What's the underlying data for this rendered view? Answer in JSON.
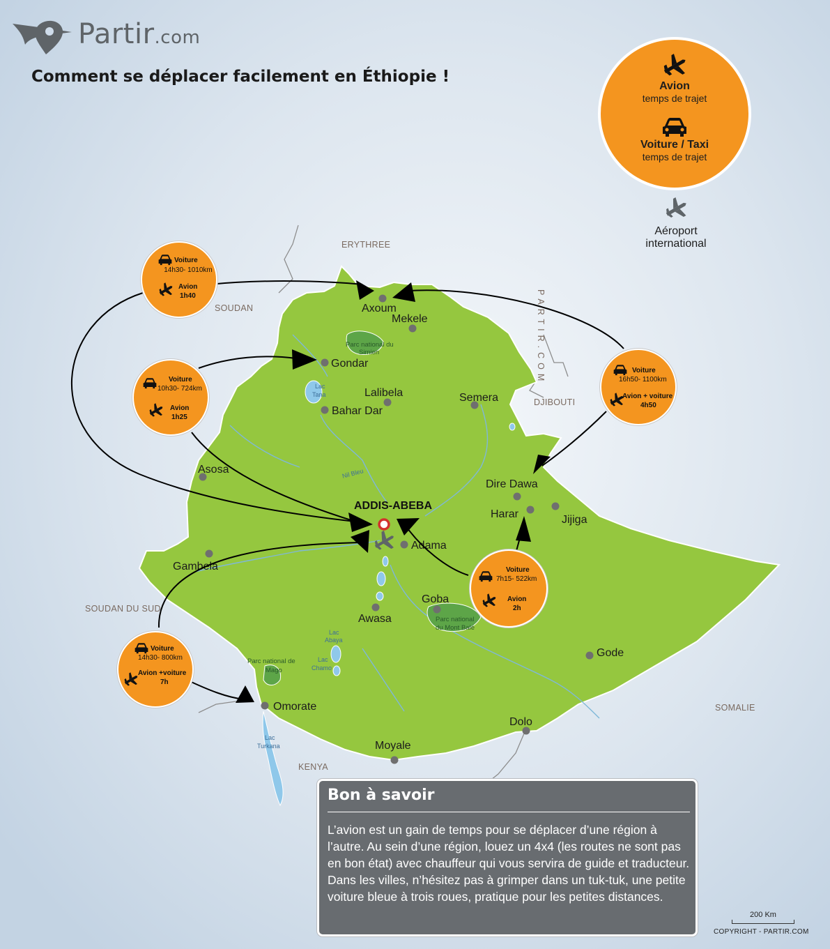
{
  "header": {
    "brand": "Partir",
    "brand_suffix": ".com",
    "title": "Comment se déplacer facilement en Éthiopie  !"
  },
  "legend": {
    "plane_label": "Avion",
    "plane_sub": "temps de trajet",
    "car_label": "Voiture / Taxi",
    "car_sub": "temps de trajet",
    "intl_airport_line1": "Aéroport",
    "intl_airport_line2": "international",
    "colors": {
      "accent": "#f4951f",
      "land": "#95c73f",
      "sea": "#cfdcea",
      "box": "#686c70"
    }
  },
  "countries": {
    "erythree": "ERYTHREE",
    "soudan": "SOUDAN",
    "djibouti": "DJIBOUTI",
    "soudan_sud": "SOUDAN DU SUD",
    "somalie": "SOMALIE",
    "kenya": "KENYA",
    "watermark": "PARTIR.COM"
  },
  "capital": "ADDIS-ABEBA",
  "cities": {
    "axoum": "Axoum",
    "mekele": "Mekele",
    "gondar": "Gondar",
    "lalibela": "Lalibela",
    "bahar_dar": "Bahar Dar",
    "semera": "Semera",
    "asosa": "Asosa",
    "dire_dawa": "Dire Dawa",
    "harar": "Harar",
    "jijiga": "Jijiga",
    "adama": "Adama",
    "gambela": "Gambela",
    "goba": "Goba",
    "awasa": "Awasa",
    "gode": "Gode",
    "omorate": "Omorate",
    "dolo": "Dolo",
    "moyale": "Moyale"
  },
  "features": {
    "simien_1": "Parc national du",
    "simien_2": "Simien",
    "tana_1": "Lac",
    "tana_2": "Tana",
    "nil": "Nil Bleu",
    "bale_1": "Parc national",
    "bale_2": "du Mont Balé",
    "mago_1": "Parc national de",
    "mago_2": "Mago",
    "abaya_1": "Lac",
    "abaya_2": "Abaya",
    "chamo_1": "Lac",
    "chamo_2": "Chamo",
    "turkana_1": "Lac",
    "turkana_2": "Turkana"
  },
  "routes": [
    {
      "id": "axoum",
      "car_label": "Voiture",
      "car_value": "14h30- 1010km",
      "plane_label": "Avion",
      "plane_value": "1h40"
    },
    {
      "id": "gondar",
      "car_label": "Voiture",
      "car_value": "10h30- 724km",
      "plane_label": "Avion",
      "plane_value": "1h25"
    },
    {
      "id": "djibouti",
      "car_label": "Voiture",
      "car_value": "16h50- 1100km",
      "plane_label": "Avion + voiture",
      "plane_value": "4h50"
    },
    {
      "id": "harar",
      "car_label": "Voiture",
      "car_value": "7h15- 522km",
      "plane_label": "Avion",
      "plane_value": "2h"
    },
    {
      "id": "omorate",
      "car_label": "Voiture",
      "car_value": "14h30- 800km",
      "plane_label": "Avion +voiture",
      "plane_value": "7h"
    }
  ],
  "info": {
    "title": "Bon à savoir",
    "text": "L’avion est un gain de temps pour se déplacer d’une région à l’autre. Au sein d’une région, louez un 4x4 (les routes ne sont pas en bon état) avec chauffeur  qui vous servira de guide et traducteur. Dans les villes, n’hésitez pas à grimper dans un tuk-tuk, une petite voiture bleue à trois roues, pratique pour les petites distances."
  },
  "scale_label": "200 Km",
  "copyright": "COPYRIGHT - PARTIR.COM"
}
